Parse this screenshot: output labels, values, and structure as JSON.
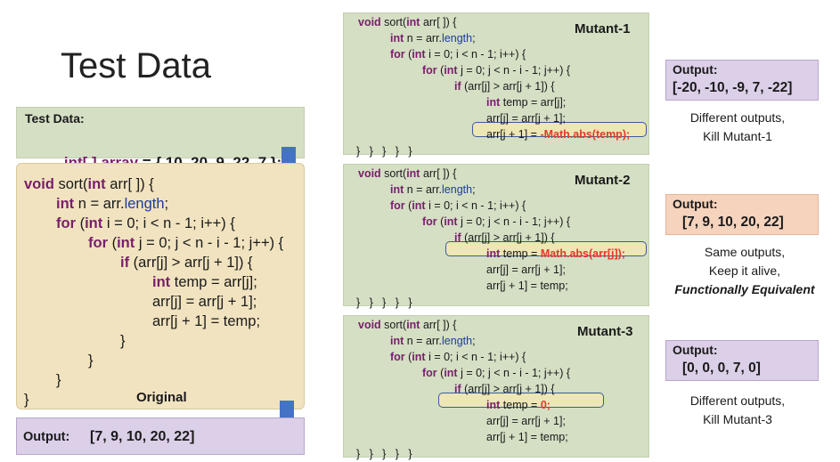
{
  "title": "Test Data",
  "test_data": {
    "label": "Test Data:",
    "code_kw": "int[ ]",
    "code_var": "array",
    "code_rest": " = { 10, 20, 9, 22, 7 };"
  },
  "original": {
    "label": "Original",
    "lines": [
      [
        "void",
        " sort(",
        "int",
        " arr[ ]) {"
      ],
      [
        "int",
        " n = arr.",
        "length",
        ";"
      ],
      [
        "for",
        " (",
        "int",
        " i = 0; i < n - 1; i++) {"
      ],
      [
        "for",
        " (",
        "int",
        " j = 0; j < n - i - 1; j++) {"
      ],
      [
        "if",
        " (arr[j] > arr[j + 1]) {"
      ],
      [
        "int",
        " temp = arr[j];"
      ],
      [
        "",
        "arr[j] = arr[j + 1];"
      ],
      [
        "",
        "arr[j + 1] = temp;"
      ],
      [
        "",
        "}"
      ],
      [
        "",
        "}"
      ],
      [
        "",
        "}"
      ],
      [
        "",
        "}"
      ]
    ]
  },
  "original_output": {
    "label": "Output:",
    "value": "[7, 9, 10, 20, 22]"
  },
  "mutants": [
    {
      "name": "Mutant-1",
      "mutation_prefix": "arr[j + 1] = ",
      "mutation_value": "-Math.abs(temp);",
      "output_label": "Output:",
      "output_value": "[-20, -10, -9, 7, -22]",
      "verdict_lines": [
        "Different outputs,",
        "Kill Mutant-1"
      ]
    },
    {
      "name": "Mutant-2",
      "mutation_prefix": "temp = ",
      "mutation_value": "Math.abs(arr[j]);",
      "output_label": "Output:",
      "output_value": "[7, 9, 10, 20, 22]",
      "verdict_lines": [
        "Same outputs,",
        "Keep it alive,",
        "Functionally Equivalent"
      ]
    },
    {
      "name": "Mutant-3",
      "mutation_prefix": "temp = ",
      "mutation_value": "0;",
      "output_label": "Output:",
      "output_value": "[0, 0, 0, 7, 0]",
      "verdict_lines": [
        "Different outputs,",
        "Kill Mutant-3"
      ]
    }
  ],
  "mutant_code": {
    "l1_kw1": "void",
    "l1_a": " sort(",
    "l1_kw2": "int",
    "l1_b": " arr[ ]) {",
    "l2_kw": "int",
    "l2_a": " n = arr.",
    "l2_bl": "length",
    "l2_b": ";",
    "l3_kw1": "for",
    "l3_a": " (",
    "l3_kw2": "int",
    "l3_b": " i = 0; i < n - 1; i++) {",
    "l4_kw1": "for",
    "l4_a": " (",
    "l4_kw2": "int",
    "l4_b": " j = 0; j < n - i - 1; j++) {",
    "l5_kw": "if",
    "l5_a": " (arr[j] > arr[j + 1]) {",
    "l6_kw": "int",
    "l6_a": " temp = arr[j];",
    "l7": "arr[j] = arr[j + 1];",
    "l8": "arr[j + 1] = temp;",
    "closing": "}   }   }   }   }"
  },
  "colors": {
    "keyword": "#7a1e6c",
    "length": "#1f3a9e",
    "mutation": "#e4392b",
    "arrow": "#4472c4"
  }
}
